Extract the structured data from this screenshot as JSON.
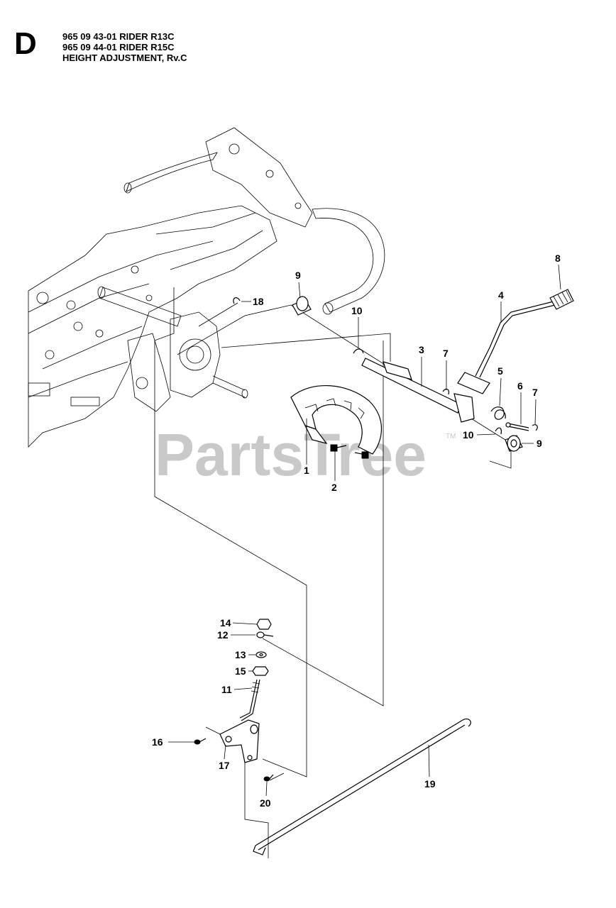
{
  "header": {
    "section_letter": "D",
    "lines": [
      "965 09 43-01 RIDER R13C",
      "965 09 44-01 RIDER R15C",
      "HEIGHT ADJUSTMENT, Rv.C"
    ]
  },
  "watermark": {
    "text": "PartsTree",
    "trademark": "TM"
  },
  "callouts": [
    "1",
    "2",
    "3",
    "4",
    "5",
    "6",
    "7",
    "7",
    "8",
    "9",
    "9",
    "10",
    "10",
    "11",
    "12",
    "13",
    "14",
    "15",
    "16",
    "17",
    "18",
    "19",
    "20"
  ]
}
